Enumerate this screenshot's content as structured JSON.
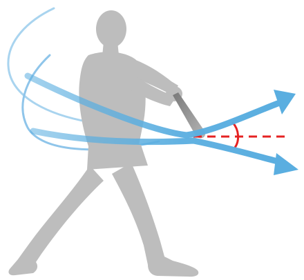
{
  "diagram": {
    "subject": "batter-swing",
    "colors": {
      "background": "#ffffff",
      "figure": "#bdbdbd",
      "figure_shadow": "#a9a9a9",
      "bat": "#8f8f8f",
      "swing_path": "#5aaee0",
      "swing_path_light": "#a9d4ef",
      "angle_marker": "#e52222"
    },
    "elements": {
      "figure": "batter-silhouette",
      "bat": "baseball-bat",
      "swing_arcs": [
        "swing-arc-upper",
        "swing-arc-lower"
      ],
      "arrows": [
        "upper-trajectory-arrow",
        "lower-trajectory-arrow"
      ],
      "horizontal_reference": "dashed-reference-line",
      "angle": "launch-angle-arc"
    }
  }
}
